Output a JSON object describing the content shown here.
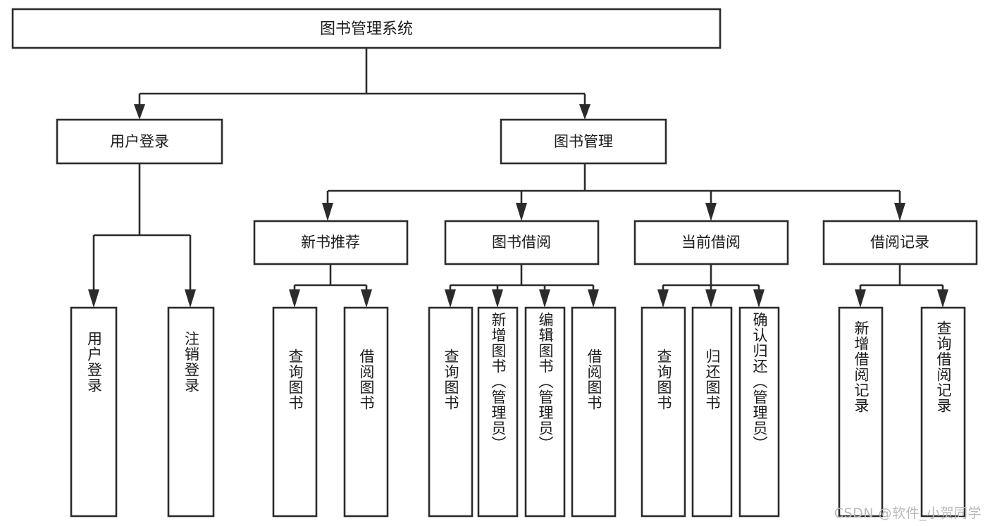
{
  "diagram": {
    "title": "图书管理系统",
    "type": "hierarchy-tree",
    "root": {
      "id": "root",
      "label": "图书管理系统",
      "orientation": "horizontal"
    },
    "level2": [
      {
        "id": "user-login",
        "label": "用户登录",
        "orientation": "horizontal"
      },
      {
        "id": "book-management",
        "label": "图书管理",
        "orientation": "horizontal"
      }
    ],
    "level3": [
      {
        "id": "new-book-recommend",
        "label": "新书推荐",
        "orientation": "horizontal",
        "parent": "book-management"
      },
      {
        "id": "book-borrow",
        "label": "图书借阅",
        "orientation": "horizontal",
        "parent": "book-management"
      },
      {
        "id": "current-borrow",
        "label": "当前借阅",
        "orientation": "horizontal",
        "parent": "book-management"
      },
      {
        "id": "borrow-record",
        "label": "借阅记录",
        "orientation": "horizontal",
        "parent": "book-management"
      }
    ],
    "leaves": [
      {
        "id": "leaf-user-login",
        "label": "用户登录",
        "orientation": "vertical",
        "parent": "user-login"
      },
      {
        "id": "leaf-logout",
        "label": "注销登录",
        "orientation": "vertical",
        "parent": "user-login"
      },
      {
        "id": "leaf-query-book-1",
        "label": "查询图书",
        "orientation": "vertical",
        "parent": "new-book-recommend"
      },
      {
        "id": "leaf-borrow-book-1",
        "label": "借阅图书",
        "orientation": "vertical",
        "parent": "new-book-recommend"
      },
      {
        "id": "leaf-query-book-2",
        "label": "查询图书",
        "orientation": "vertical",
        "parent": "book-borrow"
      },
      {
        "id": "leaf-add-book",
        "label": "新增图书（管理员）",
        "orientation": "vertical",
        "parent": "book-borrow"
      },
      {
        "id": "leaf-edit-book",
        "label": "编辑图书（管理员）",
        "orientation": "vertical",
        "parent": "book-borrow"
      },
      {
        "id": "leaf-borrow-book-2",
        "label": "借阅图书",
        "orientation": "vertical",
        "parent": "book-borrow"
      },
      {
        "id": "leaf-query-book-3",
        "label": "查询图书",
        "orientation": "vertical",
        "parent": "current-borrow"
      },
      {
        "id": "leaf-return-book",
        "label": "归还图书",
        "orientation": "vertical",
        "parent": "current-borrow"
      },
      {
        "id": "leaf-confirm-return",
        "label": "确认归还（管理员）",
        "orientation": "vertical",
        "parent": "current-borrow"
      },
      {
        "id": "leaf-add-record",
        "label": "新增借阅记录",
        "orientation": "vertical",
        "parent": "borrow-record"
      },
      {
        "id": "leaf-query-record",
        "label": "查询借阅记录",
        "orientation": "vertical",
        "parent": "borrow-record"
      }
    ],
    "colors": {
      "stroke": "#2b2b2b",
      "fill": "#ffffff",
      "text": "#1b1b1b",
      "watermark": "#b9b9b9",
      "background": "#ffffff"
    }
  },
  "watermark": {
    "text": "CSDN @软件_小贺同学"
  }
}
